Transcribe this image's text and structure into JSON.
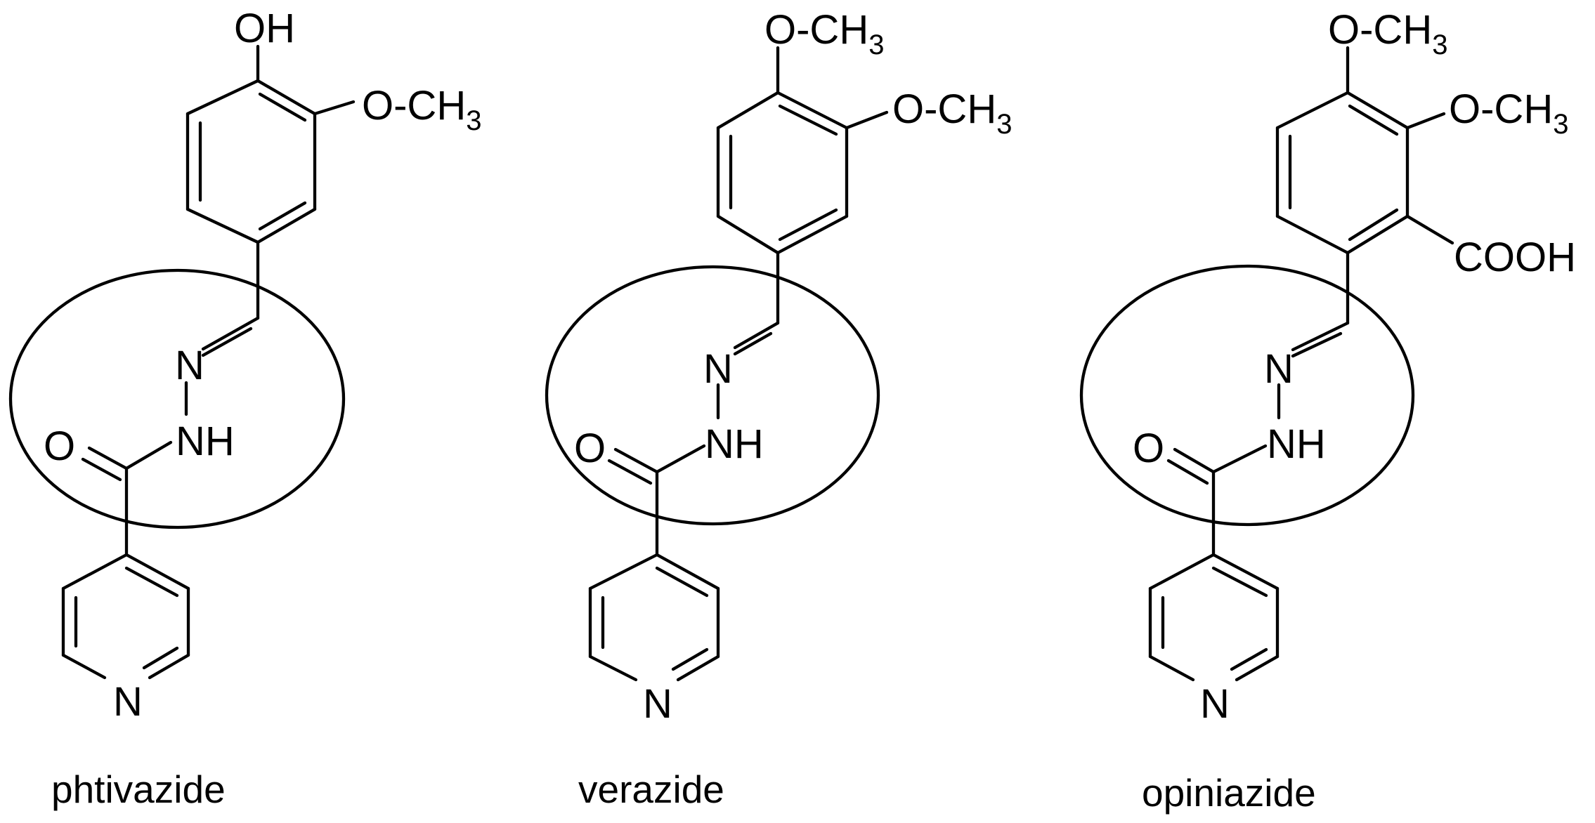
{
  "colors": {
    "background": "#ffffff",
    "ink": "#000000"
  },
  "molecules": [
    {
      "name": "phtivazide",
      "substituents": {
        "para": "OH",
        "meta": "O-CH",
        "meta_sub": "3"
      },
      "hydrazone": {
        "imine_n": "N",
        "amide_nh": "NH",
        "carbonyl_o": "O"
      },
      "pyridine_n": "N"
    },
    {
      "name": "verazide",
      "substituents": {
        "para": "O-CH",
        "para_sub": "3",
        "meta": "O-CH",
        "meta_sub": "3"
      },
      "hydrazone": {
        "imine_n": "N",
        "amide_nh": "NH",
        "carbonyl_o": "O"
      },
      "pyridine_n": "N"
    },
    {
      "name": "opiniazide",
      "substituents": {
        "para": "O-CH",
        "para_sub": "3",
        "meta": "O-CH",
        "meta_sub": "3",
        "ortho": "COOH"
      },
      "hydrazone": {
        "imine_n": "N",
        "amide_nh": "NH",
        "carbonyl_o": "O"
      },
      "pyridine_n": "N"
    }
  ]
}
